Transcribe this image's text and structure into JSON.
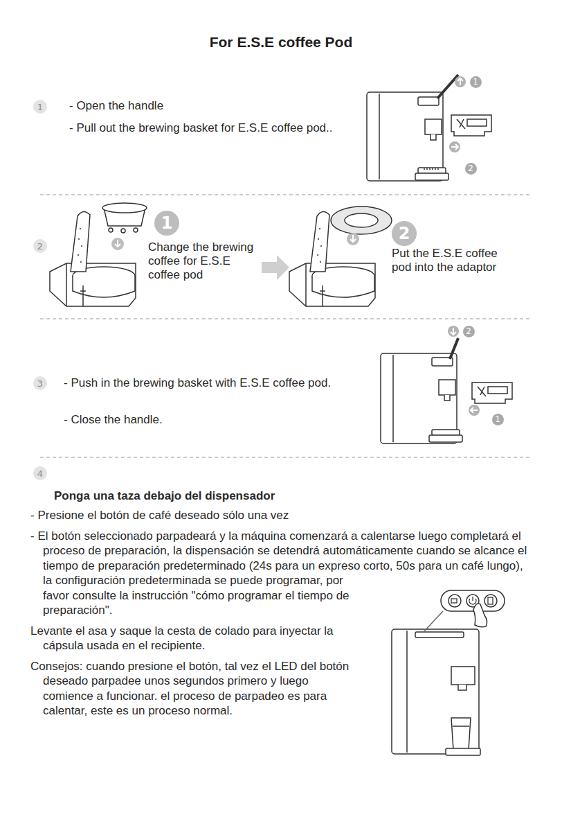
{
  "diagram": {
    "title": "For E.S.E coffee Pod",
    "nodes": [
      {
        "text": [
          "1"
        ]
      },
      {
        "text": [
          "1"
        ]
      },
      {
        "text": [
          "2"
        ]
      },
      {
        "text": [
          "2"
        ]
      },
      {
        "text": [
          "1"
        ]
      },
      {
        "text": [
          "2"
        ]
      },
      {
        "text": [
          "3"
        ]
      },
      {
        "text": [
          "2"
        ]
      },
      {
        "text": [
          "1"
        ]
      },
      {
        "text": [
          "4"
        ]
      }
    ],
    "labels": [
      "- Open the handle",
      "- Pull out the brewing basket for E.S.E coffee pod..",
      "Change the brewing coffee for E.S.E coffee pod",
      "Put the E.S.E coffee pod into the adaptor",
      "- Push in the brewing basket with E.S.E coffee pod.",
      "- Close the handle.",
      "Ponga una taza debajo del dispensador",
      "- Presione el botón de café deseado sólo una vez",
      "- El botón seleccionado parpadeará y la máquina comenzará a calentarse luego completará el proceso de preparación, la dispensación se detendrá automáticamente cuando se alcance el tiempo de preparación predeterminado (24s para un expreso corto, 50s para un café lungo), la configuración predeterminada se puede programar, por favor consulte la instrucción \"cómo programar el tiempo de preparación\".",
      "Levante el asa y saque la cesta de colado para inyectar la cápsula usada en el recipiente.",
      "Consejos: cuando presione el botón, tal vez el LED del botón deseado parpadee unos segundos primero y luego comience a funcionar. el proceso de parpadeo es para calentar, este es un proceso normal."
    ]
  }
}
